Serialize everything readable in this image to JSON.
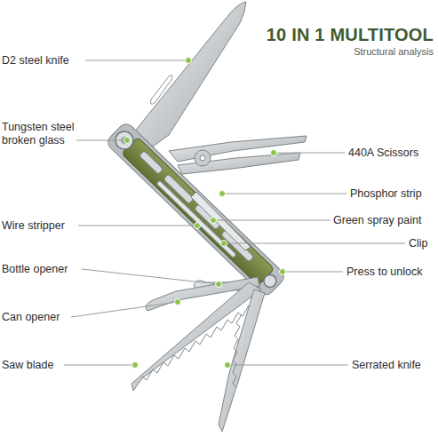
{
  "diagram": {
    "title": "10 IN 1 MULTITOOL",
    "labels": [
      "Structural analysis",
      "D2 steel knife",
      "Tungsten steel broken glass",
      "440A Scissors",
      "Phosphor strip",
      "Green spray paint",
      "Wire stripper",
      "Clip",
      "Bottle opener",
      "Press to unlock",
      "Can opener",
      "Saw blade",
      "Serrated knife"
    ]
  }
}
